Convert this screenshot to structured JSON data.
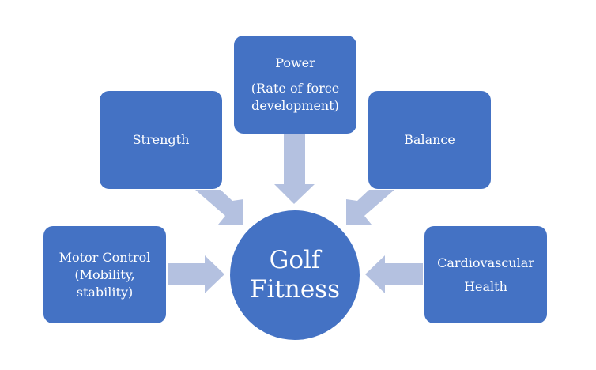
{
  "colors": {
    "box": "#4472C4",
    "arrow": "#B4C1E0",
    "text": "#FFFFFF"
  },
  "center": {
    "lines": [
      "Golf",
      "Fitness"
    ]
  },
  "nodes": {
    "power": {
      "title": "Power",
      "detail_lines": [
        "(Rate of force",
        "development)"
      ]
    },
    "strength": {
      "lines": [
        "Strength"
      ]
    },
    "balance": {
      "lines": [
        "Balance"
      ]
    },
    "motor_control": {
      "lines": [
        "Motor Control",
        "(Mobility,",
        "stability)"
      ]
    },
    "cardio": {
      "lines": [
        "Cardiovascular",
        "Health"
      ]
    }
  }
}
